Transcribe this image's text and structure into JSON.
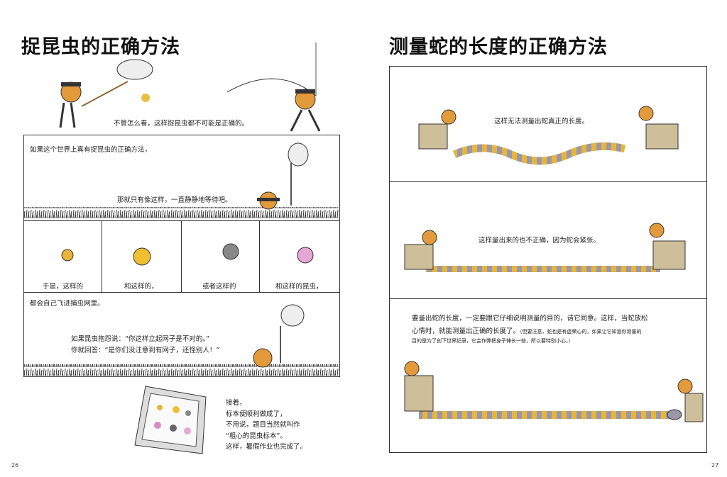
{
  "left_page": {
    "title": "捉昆虫的正确方法",
    "intro_caption": "不管怎么看，这样捉昆虫都不可能是正确的。",
    "panel1": {
      "line1": "如果这个世界上真有捉昆虫的正确方法，",
      "line2": "那就只有像这样，一直静静地等待吧。"
    },
    "row_panels": [
      "于是，这样的",
      "和这样的，",
      "或者这样的",
      "和这样的昆虫，"
    ],
    "panel3": {
      "line1": "都会自己飞进捕虫网里。",
      "line2": "如果昆虫抱怨说：“你这样立起网子是不对的。”",
      "line3": "你就回答：“是你们没注意到有网子，还怪别人！”"
    },
    "ending": [
      "接着，",
      "标本便顺利做成了，",
      "不用说，题目当然就叫作",
      "“粗心的昆虫标本”。",
      "这样，暑假作业也完成了。"
    ],
    "page_number": "26"
  },
  "right_page": {
    "title": "测量蛇的长度的正确方法",
    "panel1_caption": "这样无法测量出蛇真正的长度。",
    "panel2_caption": "这样量出来的也不正确，因为蛇会紧张。",
    "panel3": {
      "line1": "要量出蛇的长度，一定要跟它仔细说明测量的目的，请它同意。这样，当蛇放松",
      "line2": "心情时，就能测量出正确的长度了。",
      "note1": "（但要注意，蛇也是有虚荣心的，如果让它知道你测量的",
      "note2": "目的是为了创下世界纪录，它会作弊把身子伸长一些，所以要特别小心。）"
    },
    "page_number": "27"
  },
  "colors": {
    "skin": "#e39a3a",
    "snake_gray": "#9a98a8",
    "snake_yellow": "#e8b43a",
    "khaki": "#cdbf9a"
  }
}
